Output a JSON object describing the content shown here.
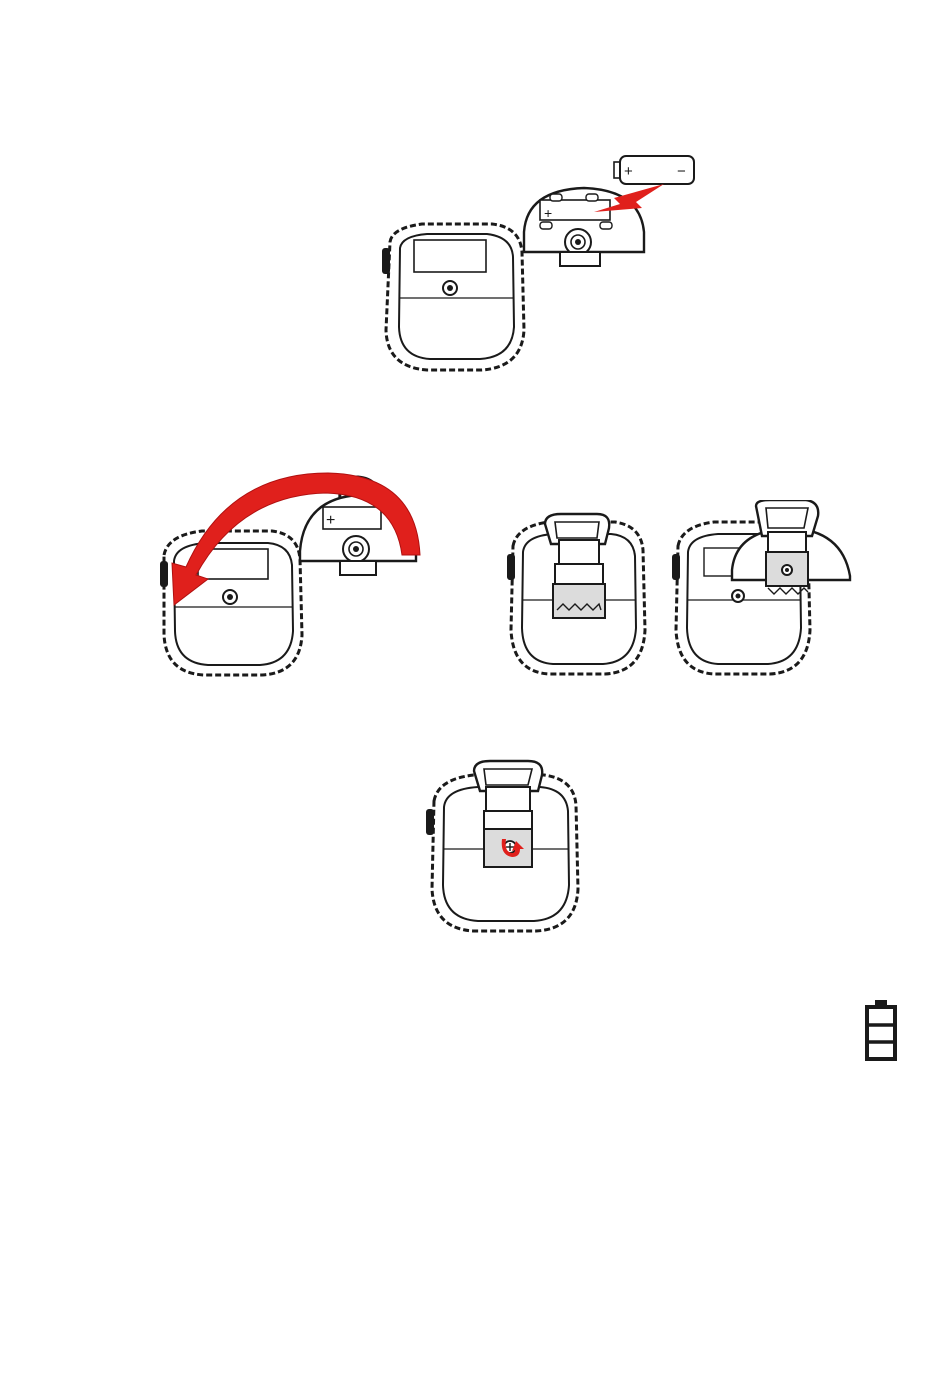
{
  "battery": {
    "plus_label": "+",
    "minus_label": "−"
  },
  "colors": {
    "accent": "#e0201c",
    "outline": "#1a1a1a",
    "shade": "#dcdcdc"
  },
  "icons": {
    "step1": "battery-insert-illustration",
    "step2": "cover-fold-illustration",
    "step3": "cover-attached-illustration",
    "step4": "cover-slide-illustration",
    "step5": "screw-tighten-illustration",
    "corner": "battery-level-icon"
  }
}
